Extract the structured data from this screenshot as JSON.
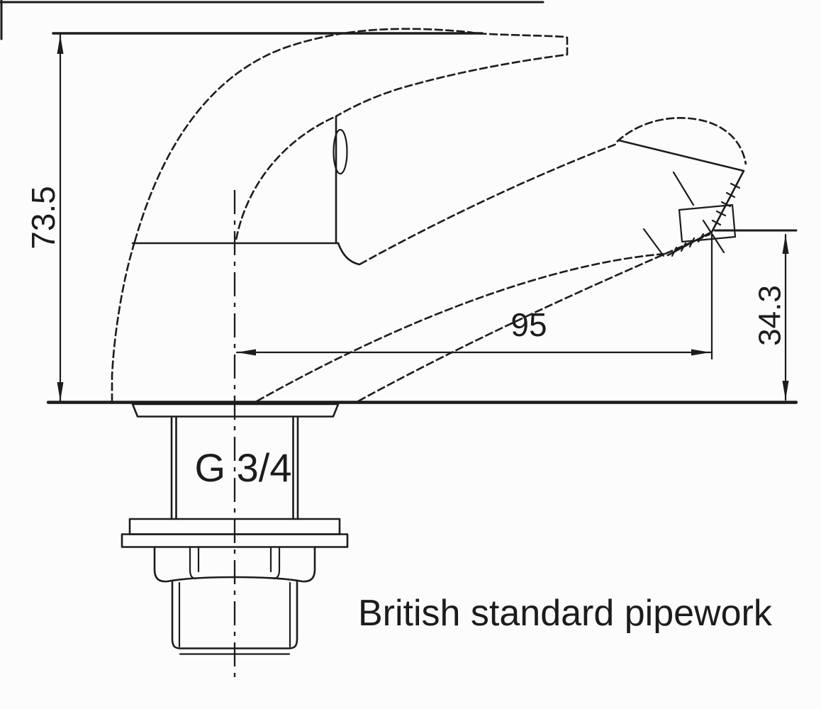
{
  "drawing": {
    "annotation": "British standard pipework",
    "dimensions": {
      "overall_height": "73.5",
      "spout_reach": "95",
      "spout_outlet_height": "34.3",
      "thread_size": "G 3/4"
    },
    "colors": {
      "line": "#1c1c1c",
      "background": "#fcfcfc"
    }
  }
}
